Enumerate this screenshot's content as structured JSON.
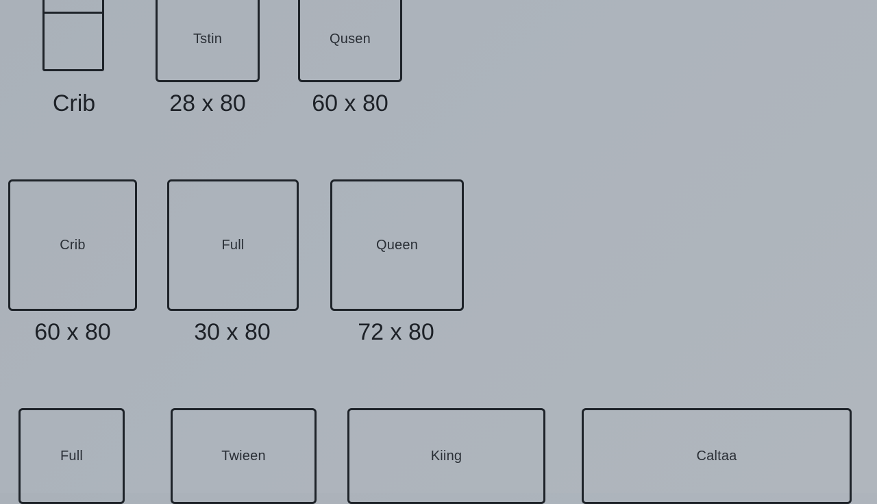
{
  "row1": {
    "crib_caption": "Crib",
    "tall_label": "Tstin",
    "tall_caption": "28 x 80",
    "queen_label": "Qusen",
    "queen_caption": "60 x 80"
  },
  "row2": {
    "crib_label": "Crib",
    "crib_caption": "60 x 80",
    "full_label": "Full",
    "full_caption": "30 x 80",
    "queen_label": "Queen",
    "queen_caption": "72 x 80"
  },
  "row3": {
    "full_label": "Full",
    "tween_label": "Twieen",
    "king_label": "Kiing",
    "caltaa_label": "Caltaa"
  }
}
